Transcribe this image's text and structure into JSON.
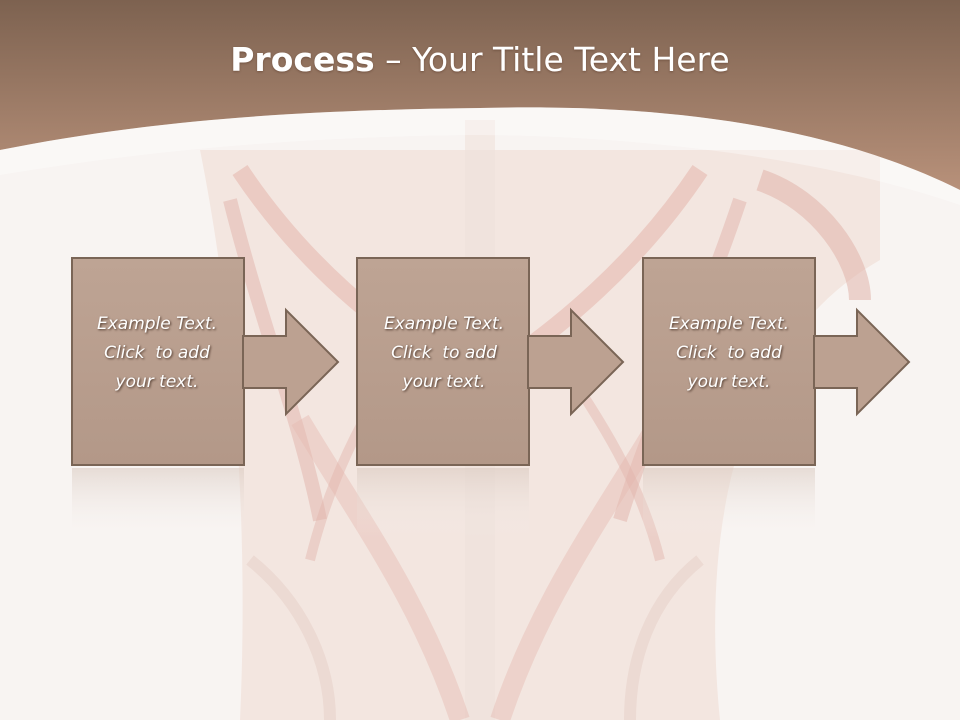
{
  "slide": {
    "title_bold": "Process",
    "title_rest": " – Your Title Text Here",
    "background_subject": "anatomical-back-muscles-illustration",
    "colors": {
      "header_top": "#7d6250",
      "header_bottom": "#b89078",
      "box_fill": "#bba090",
      "box_border": "#7a6556",
      "text": "#ffffff"
    }
  },
  "steps": [
    {
      "line1": "Example Text.",
      "line2": "Click  to add",
      "line3": "your text."
    },
    {
      "line1": "Example Text.",
      "line2": "Click  to add",
      "line3": "your text."
    },
    {
      "line1": "Example Text.",
      "line2": "Click  to add",
      "line3": "your text."
    }
  ]
}
